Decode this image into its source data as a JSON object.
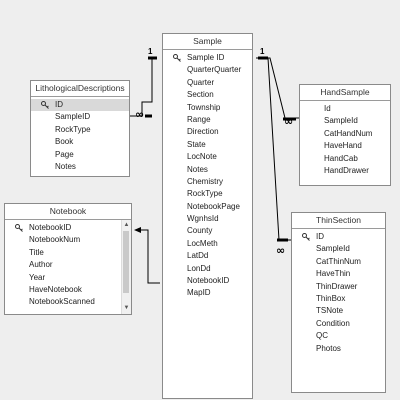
{
  "tables": {
    "sample": {
      "title": "Sample",
      "fields": [
        "Sample ID",
        "QuarterQuarter",
        "Quarter",
        "Section",
        "Township",
        "Range",
        "Direction",
        "State",
        "LocNote",
        "Notes",
        "Chemistry",
        "RockType",
        "NotebookPage",
        "WgnhsId",
        "County",
        "LocMeth",
        "LatDd",
        "LonDd",
        "NotebookID",
        "MapID"
      ]
    },
    "lithological": {
      "title": "LithologicalDescriptions",
      "fields": [
        "ID",
        "SampleID",
        "RockType",
        "Book",
        "Page",
        "Notes"
      ]
    },
    "handsample": {
      "title": "HandSample",
      "fields": [
        "Id",
        "SampleId",
        "CatHandNum",
        "HaveHand",
        "HandCab",
        "HandDrawer"
      ]
    },
    "notebook": {
      "title": "Notebook",
      "fields": [
        "NotebookID",
        "NotebookNum",
        "Title",
        "Author",
        "Year",
        "HaveNotebook",
        "NotebookScanned"
      ]
    },
    "thinsection": {
      "title": "ThinSection",
      "fields": [
        "ID",
        "SampleId",
        "CatThinNum",
        "HaveThin",
        "ThinDrawer",
        "ThinBox",
        "TSNote",
        "Condition",
        "QC",
        "Photos"
      ]
    }
  },
  "relations": {
    "one_label": "1",
    "many_label": "∞"
  },
  "icons": {
    "primary_key": "key-icon",
    "scroll_up": "scroll-up-arrow-icon",
    "scroll_down": "scroll-down-arrow-icon"
  },
  "colors": {
    "background": "#eeeeee",
    "table_border": "#8a8a8a",
    "selected_row": "#d9d9d9",
    "line": "#000000"
  }
}
